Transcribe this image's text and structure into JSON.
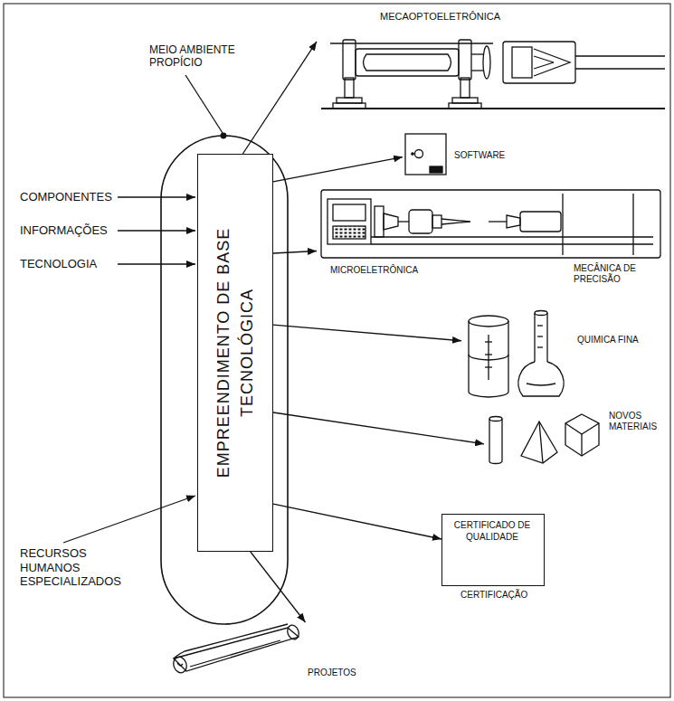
{
  "diagram": {
    "nodes": [
      {
        "text": [
          "EMPREENDIMENTO DE BASE TECNOLÓGICA"
        ]
      },
      {
        "text": [
          "MECAOPTOELETRÔNICA"
        ]
      },
      {
        "text": [
          "SOFTWARE"
        ]
      },
      {
        "text": [
          "MICROELETRÔNICA",
          "MECÂNICA DE PRECISÃO"
        ]
      },
      {
        "text": [
          "QUIMICA FINA"
        ]
      },
      {
        "text": [
          "NOVOS MATERIAIS"
        ]
      },
      {
        "text": [
          "PROJETOS"
        ]
      },
      {
        "text": [
          "CERTIFICADO DE QUALIDADE",
          "CERTIFICAÇÃO"
        ]
      }
    ],
    "edges": [
      {
        "from": 0,
        "to": 1,
        "arrow": "to"
      },
      {
        "from": 0,
        "to": 2,
        "arrow": "to"
      },
      {
        "from": 0,
        "to": 3,
        "arrow": "to"
      },
      {
        "from": 0,
        "to": 4,
        "arrow": "to"
      },
      {
        "from": 0,
        "to": 5,
        "arrow": "to"
      },
      {
        "from": 0,
        "to": 6,
        "arrow": "to"
      },
      {
        "from": 0,
        "to": 7,
        "arrow": "to"
      }
    ],
    "labels": [
      "MEIO AMBIENTE PROPÍCIO",
      "COMPONENTES",
      "INFORMAÇÕES",
      "TECNOLOGIA",
      "RECURSOS HUMANOS ESPECIALIZADOS"
    ]
  }
}
